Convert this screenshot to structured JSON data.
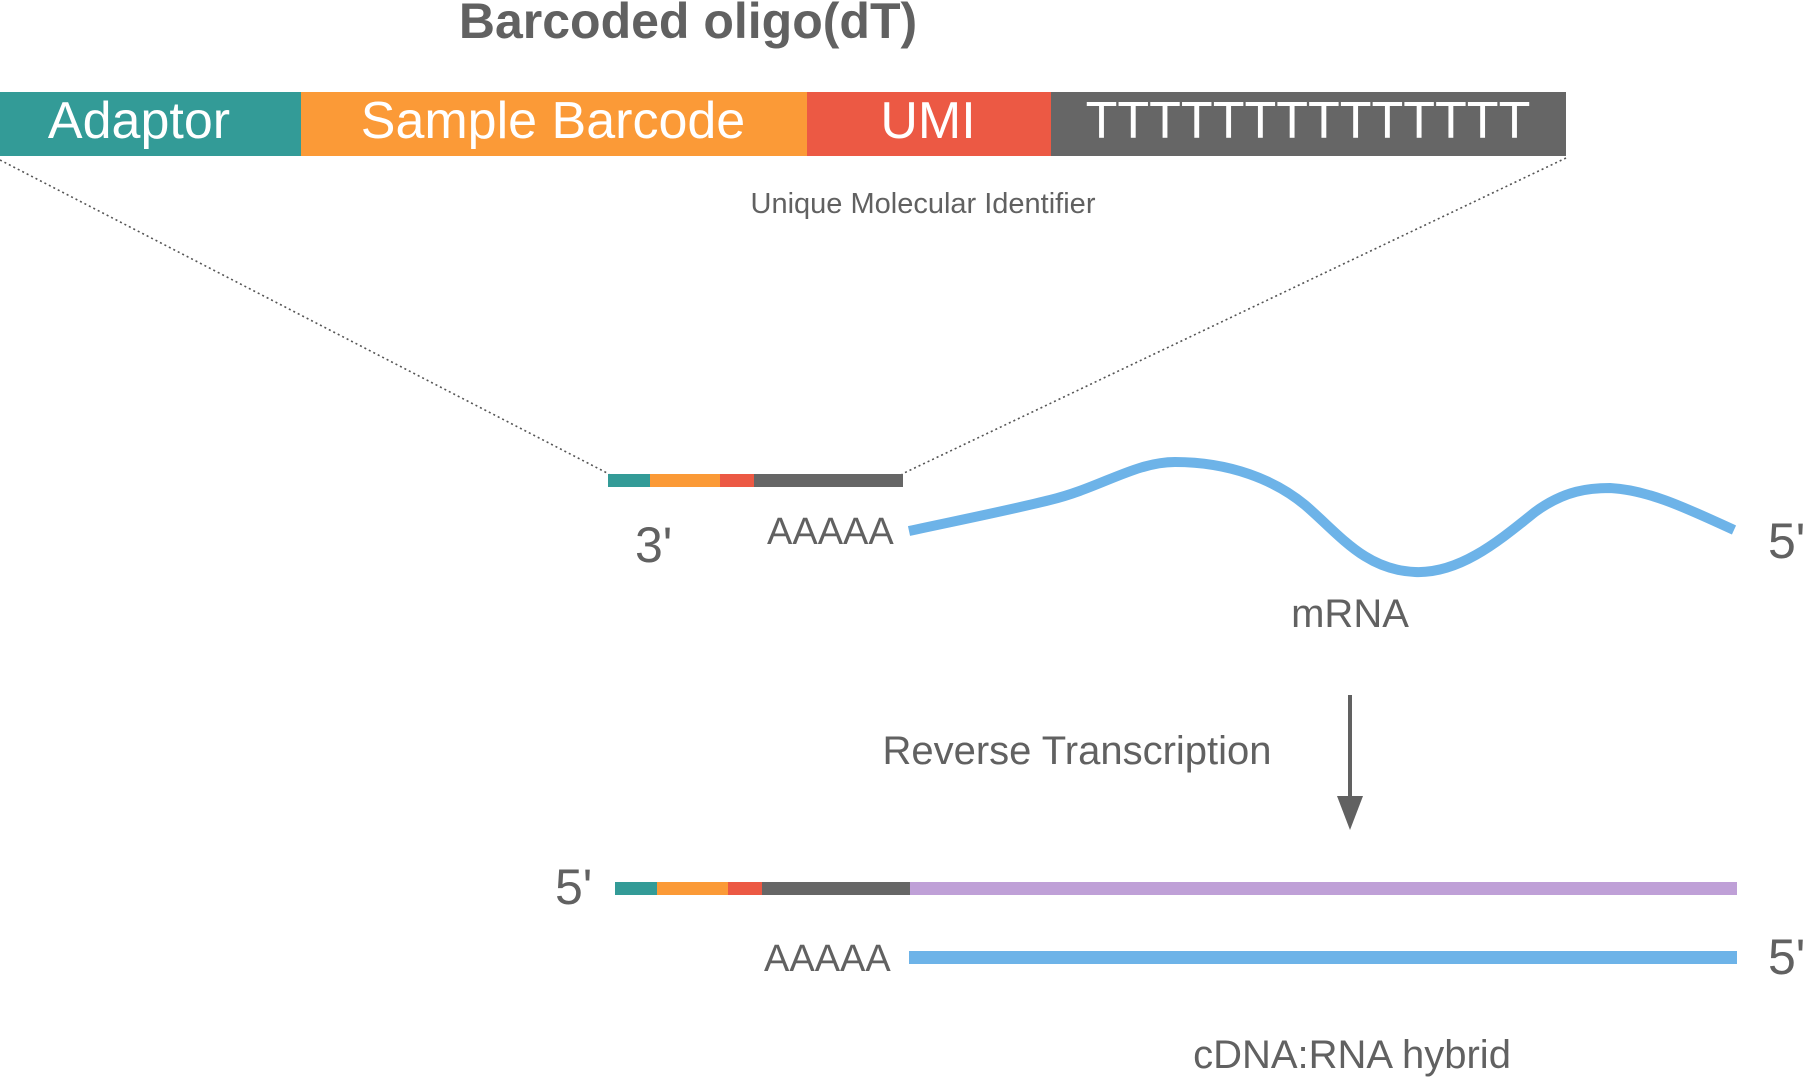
{
  "title": "Barcoded oligo(dT)",
  "segments": {
    "adaptor": {
      "label": "Adaptor",
      "color": "#339b97"
    },
    "barcode": {
      "label": "Sample Barcode",
      "color": "#fb9a37"
    },
    "umi": {
      "label": "UMI",
      "color": "#ec5944"
    },
    "polyT": {
      "label": "TTTTTTTTTTTTTT",
      "color": "#666666"
    }
  },
  "umi_caption": "Unique Molecular Identifier",
  "mrna": {
    "three_prime": "3'",
    "poly_a": "AAAAA",
    "five_prime": "5'",
    "label": "mRNA",
    "color": "#6db3e8"
  },
  "step": {
    "label": "Reverse Transcription",
    "arrow": "arrow-down-icon"
  },
  "hybrid": {
    "cdna_five_prime": "5'",
    "poly_a": "AAAAA",
    "rna_five_prime": "5'",
    "label": "cDNA:RNA hybrid",
    "cdna_color": "#bfa0d7",
    "rna_color": "#6db3e8"
  },
  "text_color": "#616161"
}
